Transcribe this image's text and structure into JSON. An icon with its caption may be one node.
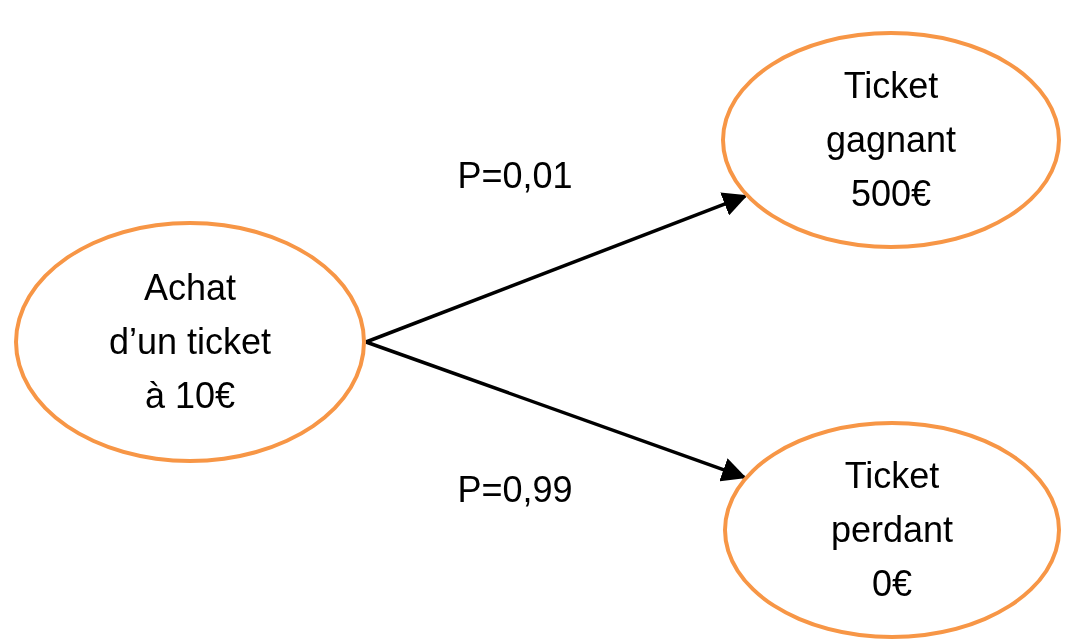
{
  "diagram": {
    "nodes": [
      {
        "text": [
          "Achat d’un ticket à 10€"
        ]
      },
      {
        "text": [
          "Ticket gagnant 500€"
        ]
      },
      {
        "text": [
          "Ticket perdant 0€"
        ]
      }
    ],
    "edges": [
      {
        "from": 0,
        "to": 1,
        "arrow": "to",
        "label": "P=0,01"
      },
      {
        "from": 0,
        "to": 2,
        "arrow": "to",
        "label": "P=0,99"
      }
    ]
  }
}
